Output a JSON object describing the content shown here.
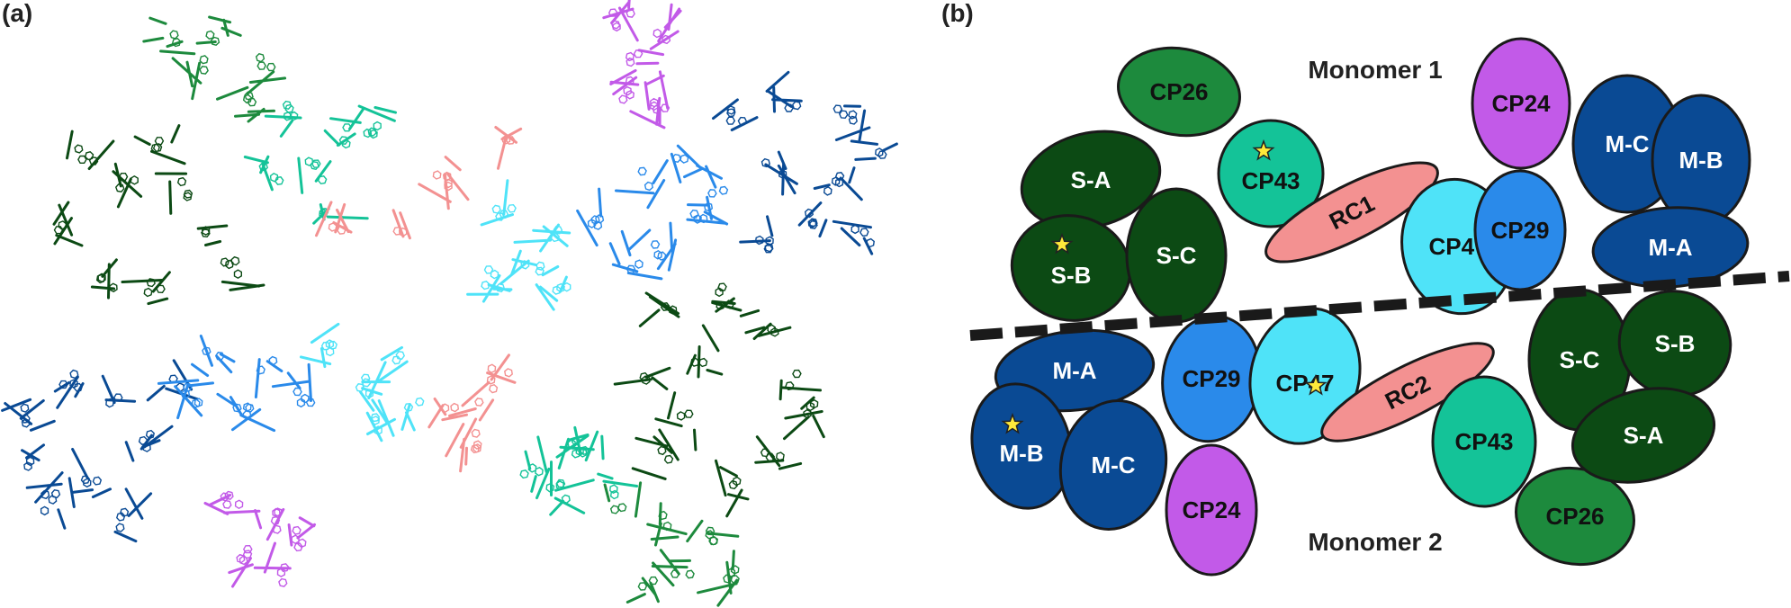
{
  "panels": {
    "a": {
      "label": "(a)"
    },
    "b": {
      "label": "(b)"
    }
  },
  "colors": {
    "dark_green": "#0c4a14",
    "mid_green": "#1d8a3d",
    "teal": "#14c398",
    "salmon": "#f39191",
    "cyan": "#4fe3f8",
    "mid_blue": "#2a8aea",
    "dark_blue": "#0a4a94",
    "violet": "#c25ae8",
    "outline": "#1a1a1a",
    "star": "#ffe93a"
  },
  "diagram": {
    "monomer1_label": "Monomer 1",
    "monomer2_label": "Monomer 2",
    "subunits": [
      {
        "id": "CP26",
        "monomer": 1,
        "color": "mid_green",
        "text_color": "#111111"
      },
      {
        "id": "S-A",
        "monomer": 1,
        "color": "dark_green",
        "text_color": "#ffffff"
      },
      {
        "id": "S-B",
        "monomer": 1,
        "color": "dark_green",
        "text_color": "#ffffff",
        "star": true
      },
      {
        "id": "S-C",
        "monomer": 1,
        "color": "dark_green",
        "text_color": "#ffffff"
      },
      {
        "id": "CP43",
        "monomer": 1,
        "color": "teal",
        "text_color": "#111111",
        "star": true
      },
      {
        "id": "RC1",
        "monomer": 1,
        "color": "salmon",
        "text_color": "#111111"
      },
      {
        "id": "CP47",
        "monomer": 1,
        "color": "cyan",
        "text_color": "#111111"
      },
      {
        "id": "CP29",
        "monomer": 1,
        "color": "mid_blue",
        "text_color": "#111111"
      },
      {
        "id": "CP24",
        "monomer": 1,
        "color": "violet",
        "text_color": "#111111"
      },
      {
        "id": "M-C",
        "monomer": 1,
        "color": "dark_blue",
        "text_color": "#ffffff"
      },
      {
        "id": "M-B",
        "monomer": 1,
        "color": "dark_blue",
        "text_color": "#ffffff"
      },
      {
        "id": "M-A",
        "monomer": 1,
        "color": "dark_blue",
        "text_color": "#ffffff"
      },
      {
        "id": "M-A",
        "monomer": 2,
        "color": "dark_blue",
        "text_color": "#ffffff"
      },
      {
        "id": "M-B",
        "monomer": 2,
        "color": "dark_blue",
        "text_color": "#ffffff",
        "star": true
      },
      {
        "id": "M-C",
        "monomer": 2,
        "color": "dark_blue",
        "text_color": "#ffffff"
      },
      {
        "id": "CP29",
        "monomer": 2,
        "color": "mid_blue",
        "text_color": "#111111"
      },
      {
        "id": "CP24",
        "monomer": 2,
        "color": "violet",
        "text_color": "#111111"
      },
      {
        "id": "CP47",
        "monomer": 2,
        "color": "cyan",
        "text_color": "#111111",
        "star": true
      },
      {
        "id": "RC2",
        "monomer": 2,
        "color": "salmon",
        "text_color": "#111111"
      },
      {
        "id": "CP43",
        "monomer": 2,
        "color": "teal",
        "text_color": "#111111"
      },
      {
        "id": "CP26",
        "monomer": 2,
        "color": "mid_green",
        "text_color": "#111111"
      },
      {
        "id": "S-C",
        "monomer": 2,
        "color": "dark_green",
        "text_color": "#ffffff"
      },
      {
        "id": "S-B",
        "monomer": 2,
        "color": "dark_green",
        "text_color": "#ffffff"
      },
      {
        "id": "S-A",
        "monomer": 2,
        "color": "dark_green",
        "text_color": "#ffffff"
      }
    ]
  },
  "clusters": [
    {
      "name": "cluster-s-upper",
      "color": "dark_green"
    },
    {
      "name": "cluster-cp26-upper",
      "color": "mid_green"
    },
    {
      "name": "cluster-cp43-upper",
      "color": "teal"
    },
    {
      "name": "cluster-rc-upper",
      "color": "salmon"
    },
    {
      "name": "cluster-cp47-upper",
      "color": "cyan"
    },
    {
      "name": "cluster-cp29-upper",
      "color": "mid_blue"
    },
    {
      "name": "cluster-m-upper",
      "color": "dark_blue"
    },
    {
      "name": "cluster-cp24-upper",
      "color": "violet"
    },
    {
      "name": "cluster-m-lower",
      "color": "dark_blue"
    },
    {
      "name": "cluster-cp29-lower",
      "color": "mid_blue"
    },
    {
      "name": "cluster-cp47-lower",
      "color": "cyan"
    },
    {
      "name": "cluster-rc-lower",
      "color": "salmon"
    },
    {
      "name": "cluster-cp24-lower",
      "color": "violet"
    },
    {
      "name": "cluster-s-lower",
      "color": "dark_green"
    },
    {
      "name": "cluster-cp43-lower",
      "color": "teal"
    },
    {
      "name": "cluster-cp26-lower",
      "color": "mid_green"
    }
  ]
}
